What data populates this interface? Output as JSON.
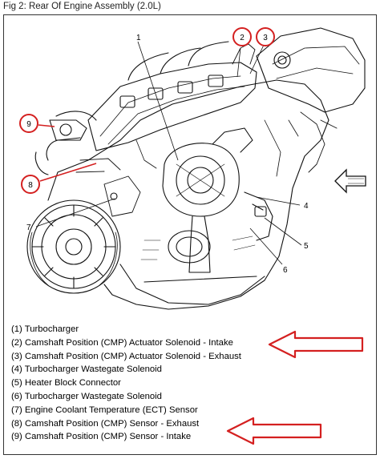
{
  "figure": {
    "title": "Fig 2: Rear Of Engine Assembly (2.0L)"
  },
  "callouts": {
    "c1": "1",
    "c2": "2",
    "c3": "3",
    "c4": "4",
    "c5": "5",
    "c6": "6",
    "c7": "7",
    "c8": "8",
    "c9": "9"
  },
  "legend": [
    "(1) Turbocharger",
    "(2) Camshaft Position (CMP) Actuator Solenoid - Intake",
    "(3) Camshaft Position (CMP) Actuator Solenoid - Exhaust",
    "(4) Turbocharger Wastegate Solenoid",
    "(5) Heater Block Connector",
    "(6) Turbocharger Wastegate Solenoid",
    "(7) Engine Coolant Temperature (ECT) Sensor",
    "(8) Camshaft Position (CMP) Sensor - Exhaust",
    "(9) Camshaft Position (CMP) Sensor - Intake"
  ],
  "colors": {
    "highlight": "#d42020",
    "line": "#111111"
  }
}
